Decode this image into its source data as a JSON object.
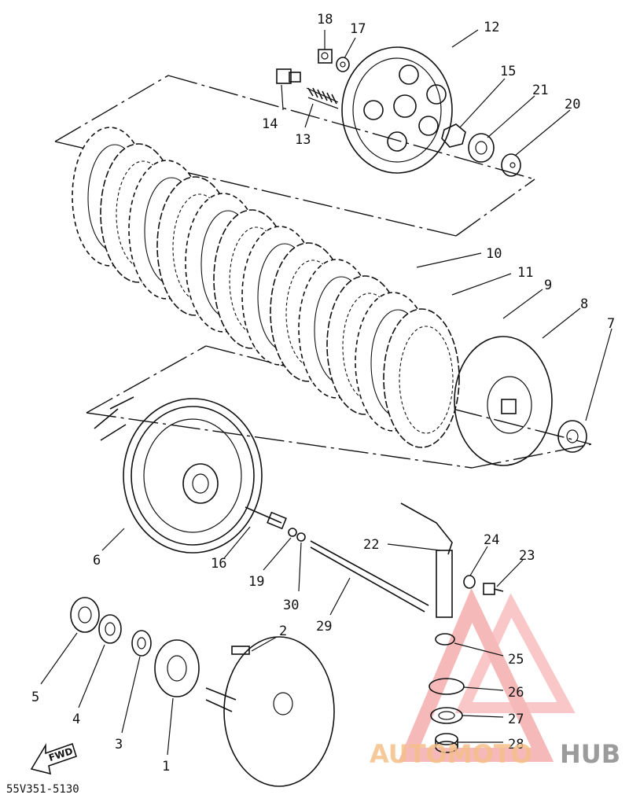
{
  "diagram": {
    "part_code": "55V351-5130",
    "direction_label": "FWD",
    "watermark": {
      "part1": "AUTOMOTO",
      "part2": "HUB"
    },
    "colors": {
      "ink": "#111111",
      "watermark_red": "#f08080",
      "watermark_orange": "#f5c08a",
      "watermark_gray": "#8a8a8a"
    },
    "callouts": {
      "n1": "1",
      "n2": "2",
      "n3": "3",
      "n4": "4",
      "n5": "5",
      "n6": "6",
      "n7": "7",
      "n8": "8",
      "n9": "9",
      "n10": "10",
      "n11": "11",
      "n12": "12",
      "n13": "13",
      "n14": "14",
      "n15": "15",
      "n16": "16",
      "n17": "17",
      "n18": "18",
      "n19": "19",
      "n20": "20",
      "n21": "21",
      "n22": "22",
      "n23": "23",
      "n24": "24",
      "n25": "25",
      "n26": "26",
      "n27": "27",
      "n28": "28",
      "n29": "29",
      "n30": "30"
    }
  }
}
